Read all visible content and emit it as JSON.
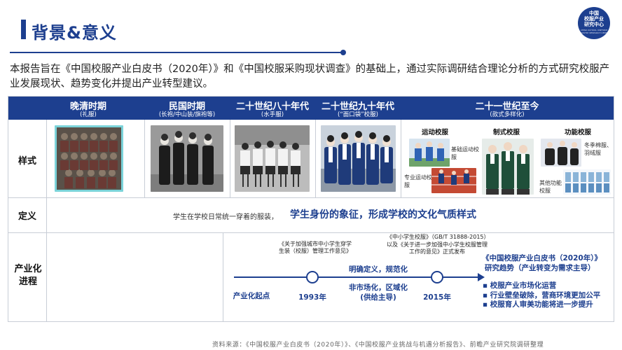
{
  "page_title": "背景&意义",
  "logo": {
    "line1": "中国",
    "line2": "校服产业",
    "line3": "研究中心",
    "small": "CHINA SCHOOL UNIFORM INDUSTRY RESEARCH CENTER"
  },
  "intro": "本报告旨在《中国校服产业白皮书（2020年）》和《中国校服采购现状调查》的基础上，通过实际调研结合理论分析的方式研究校服产业发展现状、趋势变化并提出产业转型建议。",
  "table": {
    "columns": [
      {
        "title": "晚清时期",
        "sub": "(礼服)"
      },
      {
        "title": "民国时期",
        "sub": "(长袍/中山装/旗袍等)"
      },
      {
        "title": "二十世纪八十年代",
        "sub": "(水手服)"
      },
      {
        "title": "二十世纪九十年代",
        "sub": "(“面口袋”校服)"
      },
      {
        "title": "二十一世纪至今",
        "sub": "(款式多样化)"
      }
    ],
    "row_labels": {
      "style": "样式",
      "definition": "定义",
      "industry": "产业化进程"
    },
    "modern": {
      "sport": "运动校服",
      "formal": "制式校服",
      "functional": "功能校服",
      "basic_sport": "基础运动校服",
      "pro_sport": "专业运动校服",
      "seasonal": "冬季棉服、羽绒服",
      "other_func": "其他功能校服"
    },
    "definition_small": "学生在学校日常统一穿着的服装，",
    "definition_big": "学生身份的象征，形成学校的文化气质样式",
    "timeline": {
      "start": "产业化起点",
      "year1": "1993年",
      "year2": "2015年",
      "doc1": "《关于加强城市中小学生穿学生装（校服）管理工作意见》",
      "doc2_a": "《中小学生校服》（GB/T 31888-2015）",
      "doc2_b": "以及《关于进一步加强中小学生校服管理工作的意见》正式发布",
      "stage1_a": "明确定义，规范化",
      "stage1_b": "非市场化，区域化",
      "stage1_c": "(供给主导)",
      "report_a": "《中国校服产业白皮书（2020年）》",
      "report_b": "研究趋势（产业转变为需求主导）",
      "bullets": [
        "▪ 校服产业市场化运营",
        "▪ 行业壁垒破除，营商环境更加公平",
        "▪ 校服育人审美功能将进一步提升"
      ]
    }
  },
  "source": "资料来源：《中国校服产业白皮书（2020年）》、《中国校服产业挑战与机遇分析报告》、前瞻产业研究院调研整理",
  "colors": {
    "brand": "#1d3f8f",
    "border": "#c8cdd6"
  }
}
